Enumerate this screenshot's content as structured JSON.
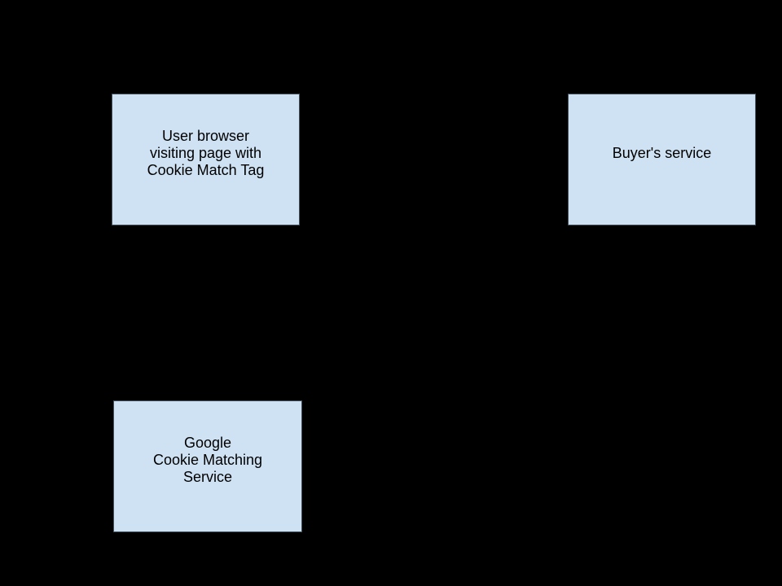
{
  "diagram": {
    "nodes": [
      {
        "id": "user-browser",
        "label": "User browser\nvisiting page with\nCookie Match Tag"
      },
      {
        "id": "buyers-service",
        "label": "Buyer's service"
      },
      {
        "id": "google-cookie-match",
        "label": "Google\nCookie Matching\nService"
      }
    ]
  },
  "theme": {
    "background": "#000000",
    "node_fill": "#cfe2f3",
    "node_border": "#41525f",
    "node_text": "#000000"
  }
}
